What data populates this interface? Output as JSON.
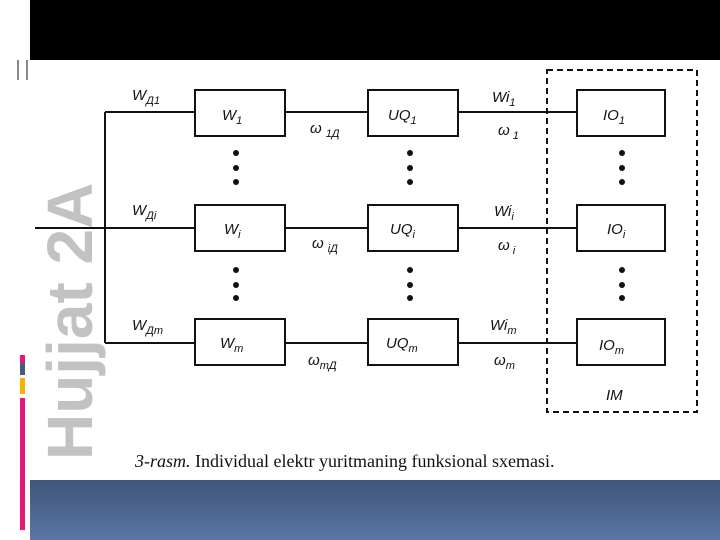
{
  "figure": {
    "rows": [
      {
        "input": {
          "main": "W",
          "sub": "Д1"
        },
        "w": {
          "main": "W",
          "sub": "1"
        },
        "omega_d": {
          "main": "ω",
          "sub": "1Д"
        },
        "uq": {
          "main": "UQ",
          "sub": "1"
        },
        "wi": {
          "main": "Wi",
          "sub": "1"
        },
        "omega": {
          "main": "ω",
          "sub": "1"
        },
        "io": {
          "main": "IO",
          "sub": "1"
        }
      },
      {
        "input": {
          "main": "W",
          "sub": "Дi"
        },
        "w": {
          "main": "W",
          "sub": "i"
        },
        "omega_d": {
          "main": "ω",
          "sub": "iД"
        },
        "uq": {
          "main": "UQ",
          "sub": "i"
        },
        "wi": {
          "main": "Wi",
          "sub": "i"
        },
        "omega": {
          "main": "ω",
          "sub": "i"
        },
        "io": {
          "main": "IO",
          "sub": "i"
        }
      },
      {
        "input": {
          "main": "W",
          "sub": "Дm"
        },
        "w": {
          "main": "W",
          "sub": "m"
        },
        "omega_d": {
          "main": "ω",
          "sub": "mД"
        },
        "uq": {
          "main": "UQ",
          "sub": "m"
        },
        "wi": {
          "main": "Wi",
          "sub": "m"
        },
        "omega": {
          "main": "ω",
          "sub": "m"
        },
        "io": {
          "main": "IO",
          "sub": "m"
        }
      }
    ],
    "group_label": "IM",
    "caption": {
      "number": "3-rasm.",
      "text": " Individual elektr yuritmaning funksional sxemasi."
    }
  },
  "watermark": "Hujjat 2A",
  "colors": {
    "accent_pink": "#e8177a",
    "accent_gray": "#4a5a70",
    "accent_yellow": "#f4b400",
    "watermark_gray": "#b8b8b8",
    "watermark_purple": "#c8a0e8"
  }
}
